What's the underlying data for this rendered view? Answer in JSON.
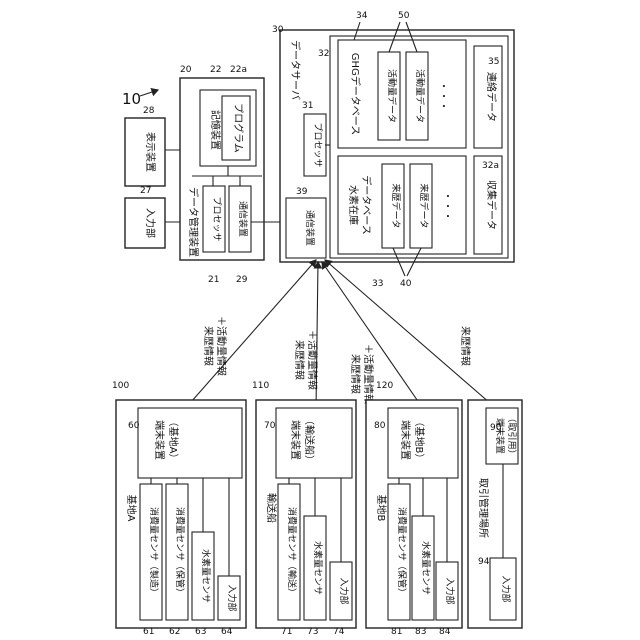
{
  "system": {
    "ref": "10"
  },
  "display": {
    "ref": "28",
    "label": "表示装置"
  },
  "input_top": {
    "ref": "27",
    "label": "入力部"
  },
  "data_mgmt": {
    "ref": "20",
    "label": "データ管理装置",
    "storage": {
      "ref": "22",
      "label": "記憶装置"
    },
    "program": {
      "ref": "22a",
      "label": "プログラム"
    },
    "processor": {
      "ref": "21",
      "label": "プロセッサ"
    },
    "comm": {
      "ref": "29",
      "label": "通信装置"
    }
  },
  "server": {
    "ref": "30",
    "label": "データサーバ",
    "storage_ref": "32",
    "processor": {
      "ref": "31",
      "label": "プロセッサ"
    },
    "comm": {
      "ref": "39",
      "label": "通信装置"
    },
    "ghg_db": {
      "ref": "34",
      "label": "GHGデータベース",
      "items": [
        "活動量データ",
        "活動量データ"
      ],
      "dots": "・・・"
    },
    "activity_ref": "50",
    "contact": {
      "ref": "35",
      "label": "連絡データ"
    },
    "h2_db": {
      "ref": "33",
      "label1": "水素在庫",
      "label2": "データベース",
      "items": [
        "来歴データ",
        "来歴データ"
      ],
      "dots": "・・・"
    },
    "history_ref": "40",
    "collect": {
      "ref": "32a",
      "label": "収集データ"
    }
  },
  "links": {
    "a": [
      "来歴情報",
      "＋活動量情報"
    ],
    "ship": [
      "来歴情報",
      "＋活動量情報"
    ],
    "b": [
      "来歴情報",
      "＋活動量情報"
    ],
    "trade": [
      "来歴情報"
    ]
  },
  "base_a": {
    "ref": "100",
    "label": "基地A",
    "terminal": {
      "ref": "60",
      "l1": "端末装置",
      "l2": "（基地A）"
    },
    "sensors": [
      {
        "ref": "61",
        "label": "消費量センサ（製造）"
      },
      {
        "ref": "62",
        "label": "消費量センサ（保管）"
      },
      {
        "ref": "63",
        "label": "水素量センサ"
      },
      {
        "ref": "64",
        "label": "入力部"
      }
    ]
  },
  "ship": {
    "ref": "110",
    "label": "輸送船",
    "terminal": {
      "ref": "70",
      "l1": "端末装置",
      "l2": "（輸送船）"
    },
    "sensors": [
      {
        "ref": "71",
        "label": "消費量センサ（輸送）"
      },
      {
        "ref": "73",
        "label": "水素量センサ"
      },
      {
        "ref": "74",
        "label": "入力部"
      }
    ]
  },
  "base_b": {
    "ref": "120",
    "label": "基地B",
    "terminal": {
      "ref": "80",
      "l1": "端末装置",
      "l2": "（基地B）"
    },
    "sensors": [
      {
        "ref": "81",
        "label": "消費量センサ（保管）"
      },
      {
        "ref": "83",
        "label": "水素量センサ"
      },
      {
        "ref": "84",
        "label": "入力部"
      }
    ]
  },
  "trade": {
    "label": "取引管理場所",
    "terminal": {
      "ref": "90",
      "l1": "端末装置",
      "l2": "（取引用）"
    },
    "input": {
      "ref": "94",
      "label": "入力部"
    }
  }
}
